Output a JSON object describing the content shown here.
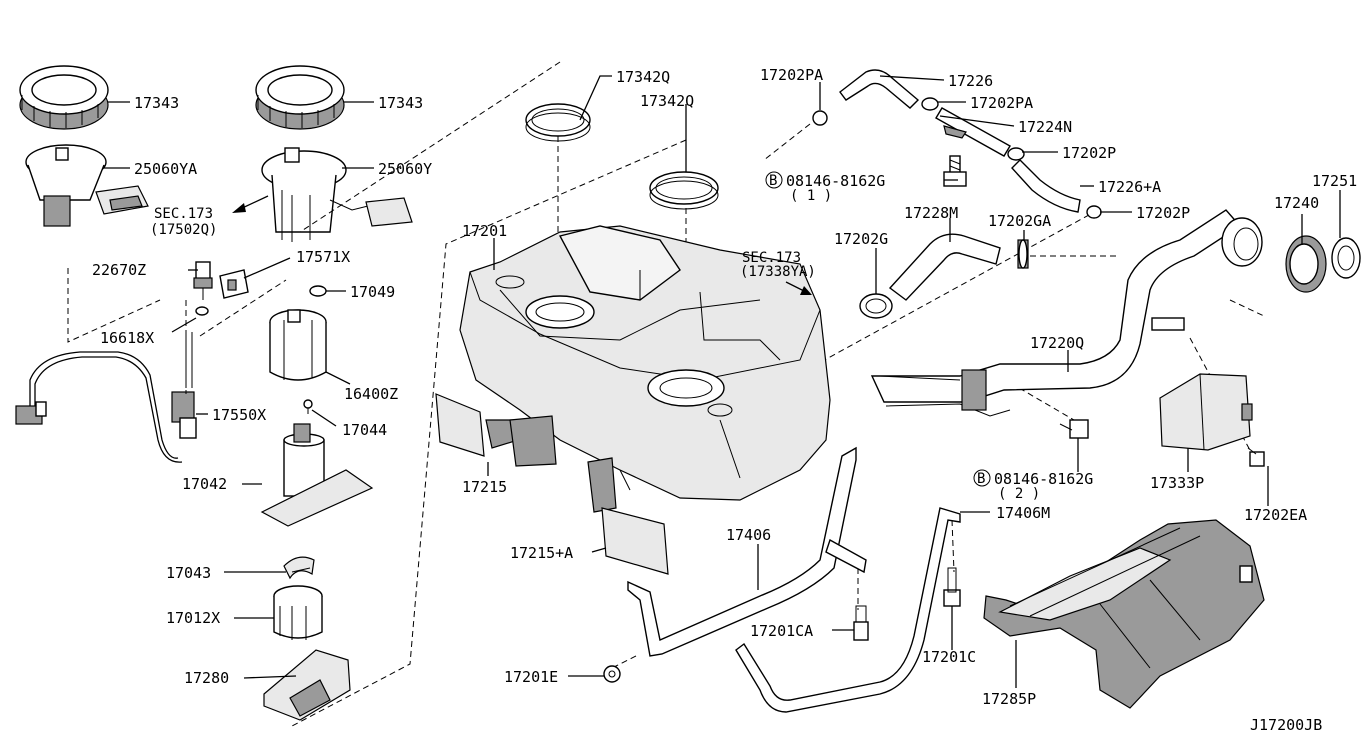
{
  "diagram": {
    "code": "J17200JB",
    "labels": {
      "p17343_l": "17343",
      "p17343_r": "17343",
      "p25060ya": "25060YA",
      "p25060y": "25060Y",
      "sec173a": "SEC.173",
      "sec173a_sub": "(17502Q)",
      "p22670z": "22670Z",
      "p17571x": "17571X",
      "p17049": "17049",
      "p16618x": "16618X",
      "p16400z": "16400Z",
      "p17550x": "17550X",
      "p17044": "17044",
      "p17042": "17042",
      "p17043": "17043",
      "p17012x": "17012X",
      "p17280": "17280",
      "p17342q_a": "17342Q",
      "p17342q_b": "17342Q",
      "p17201": "17201",
      "p17215": "17215",
      "p17215a": "17215+A",
      "p17202pa_a": "17202PA",
      "p17226": "17226",
      "p17202pa_b": "17202PA",
      "p17224n": "17224N",
      "p17202p_a": "17202P",
      "bolt_a": "08146-8162G",
      "bolt_a_qty": "( 1 )",
      "p17226a": "17226+A",
      "p17202p_b": "17202P",
      "p17251": "17251",
      "p17240": "17240",
      "p17228m": "17228M",
      "p17202ga": "17202GA",
      "p17202g": "17202G",
      "sec173b": "SEC.173",
      "sec173b_sub": "(17338YA)",
      "p17220q": "17220Q",
      "bolt_b": "08146-8162G",
      "bolt_b_qty": "( 2 )",
      "p17333p": "17333P",
      "p17202ea": "17202EA",
      "p17406": "17406",
      "p17406m": "17406M",
      "p17201ca": "17201CA",
      "p17201c": "17201C",
      "p17201e": "17201E",
      "p17285p": "17285P",
      "b_mark": "B"
    }
  }
}
